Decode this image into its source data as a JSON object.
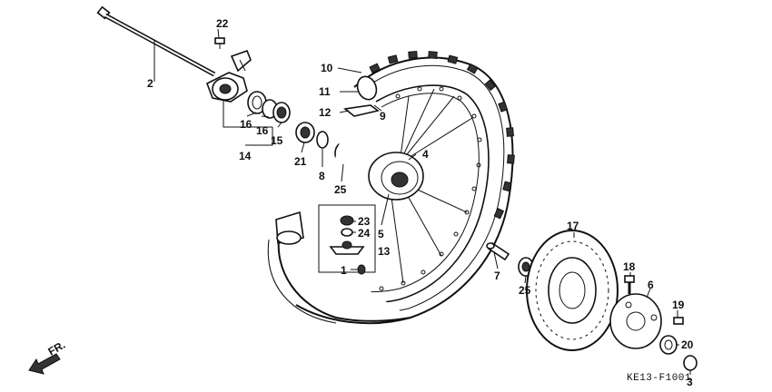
{
  "diagram": {
    "code": "KE13-F1001",
    "direction": "FR.",
    "callouts": [
      "22",
      "2",
      "10",
      "11",
      "12",
      "9",
      "4",
      "16",
      "16",
      "15",
      "14",
      "21",
      "8",
      "25",
      "23",
      "24",
      "13",
      "1",
      "5",
      "17",
      "7",
      "25",
      "18",
      "6",
      "19",
      "20",
      "3"
    ]
  }
}
